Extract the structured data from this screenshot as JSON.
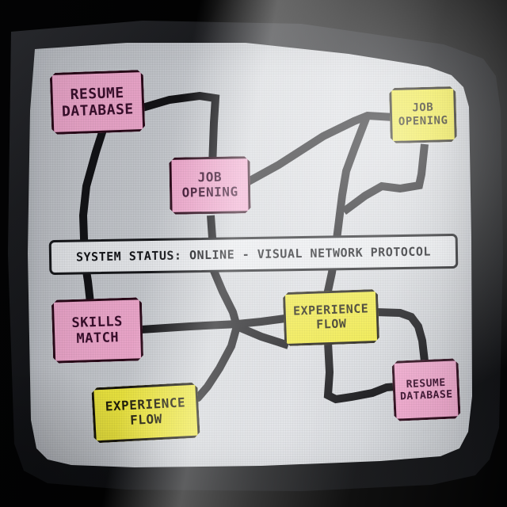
{
  "screen": {
    "banner": {
      "text": "SYSTEM STATUS: ONLINE - VISUAL NETWORK PROTOCOL"
    },
    "nodes": {
      "resume_database_tl": {
        "lines": [
          "RESUME",
          "DATABASE"
        ],
        "color": "pink"
      },
      "job_opening_tr": {
        "lines": [
          "JOB",
          "OPENING"
        ],
        "color": "yellow"
      },
      "job_opening_center": {
        "lines": [
          "JOB",
          "OPENING"
        ],
        "color": "pink"
      },
      "skills_match": {
        "lines": [
          "SKILLS",
          "MATCH"
        ],
        "color": "pink"
      },
      "experience_flow_center": {
        "lines": [
          "EXPERIENCE",
          "FLOW"
        ],
        "color": "yellow"
      },
      "experience_flow_bottom": {
        "lines": [
          "EXPERIENCE",
          "FLOW"
        ],
        "color": "yellow"
      },
      "resume_database_br": {
        "lines": [
          "RESUME",
          "DATABASE"
        ],
        "color": "pink"
      }
    },
    "edges": [
      {
        "from": "resume_database_tl",
        "to": "job_opening_center"
      },
      {
        "from": "resume_database_tl",
        "to": "skills_match"
      },
      {
        "from": "job_opening_center",
        "to": "job_opening_tr"
      },
      {
        "from": "job_opening_tr",
        "to": "experience_flow_center"
      },
      {
        "from": "job_opening_center",
        "to": "experience_flow_bottom"
      },
      {
        "from": "job_opening_center",
        "to": "experience_flow_center"
      },
      {
        "from": "skills_match",
        "to": "experience_flow_center"
      },
      {
        "from": "experience_flow_center",
        "to": "resume_database_br",
        "via": "bottom"
      },
      {
        "from": "experience_flow_center",
        "to": "resume_database_br",
        "via": "right"
      }
    ],
    "colors": {
      "pink": "#f3abd0",
      "yellow": "#f0e93f",
      "line": "#121215",
      "banner_bg": "#eaecef",
      "screen_bg": "#ccd0d5",
      "bezel": "#141519"
    }
  }
}
